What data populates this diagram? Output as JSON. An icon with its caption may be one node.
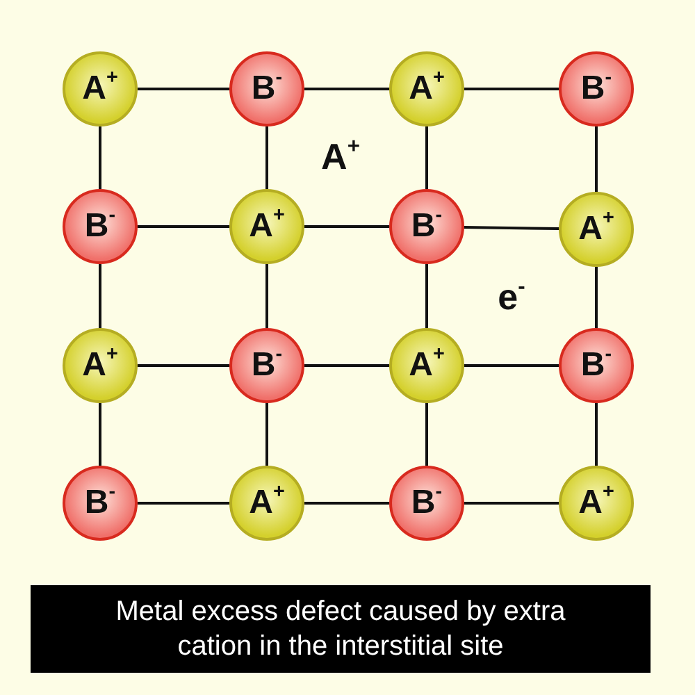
{
  "diagram": {
    "caption": "Metal excess defect caused by extra cation in the interstitial site",
    "nodes": [
      {
        "text": [
          "A$^{+}$"
        ]
      },
      {
        "text": [
          "B$^{-}$"
        ]
      },
      {
        "text": [
          "A$^{+}$"
        ]
      },
      {
        "text": [
          "B$^{-}$"
        ]
      },
      {
        "text": [
          "B$^{-}$"
        ]
      },
      {
        "text": [
          "A$^{+}$"
        ]
      },
      {
        "text": [
          "B$^{-}$"
        ]
      },
      {
        "text": [
          "A$^{+}$"
        ]
      },
      {
        "text": [
          "A$^{+}$"
        ]
      },
      {
        "text": [
          "B$^{-}$"
        ]
      },
      {
        "text": [
          "A$^{+}$"
        ]
      },
      {
        "text": [
          "B$^{-}$"
        ]
      },
      {
        "text": [
          "B$^{-}$"
        ]
      },
      {
        "text": [
          "A$^{+}$"
        ]
      },
      {
        "text": [
          "B$^{-}$"
        ]
      },
      {
        "text": [
          "A$^{+}$"
        ]
      }
    ],
    "edges": [
      {
        "from": 0,
        "to": 1,
        "arrow": "none"
      },
      {
        "from": 1,
        "to": 2,
        "arrow": "none"
      },
      {
        "from": 2,
        "to": 3,
        "arrow": "none"
      },
      {
        "from": 0,
        "to": 4,
        "arrow": "none"
      },
      {
        "from": 1,
        "to": 5,
        "arrow": "none"
      },
      {
        "from": 2,
        "to": 6,
        "arrow": "none"
      },
      {
        "from": 3,
        "to": 7,
        "arrow": "none"
      },
      {
        "from": 4,
        "to": 5,
        "arrow": "none"
      },
      {
        "from": 5,
        "to": 6,
        "arrow": "none"
      },
      {
        "from": 6,
        "to": 7,
        "arrow": "none"
      },
      {
        "from": 4,
        "to": 8,
        "arrow": "none"
      },
      {
        "from": 5,
        "to": 9,
        "arrow": "none"
      },
      {
        "from": 6,
        "to": 10,
        "arrow": "none"
      },
      {
        "from": 7,
        "to": 11,
        "arrow": "none"
      },
      {
        "from": 8,
        "to": 9,
        "arrow": "none"
      },
      {
        "from": 9,
        "to": 10,
        "arrow": "none"
      },
      {
        "from": 10,
        "to": 11,
        "arrow": "none"
      },
      {
        "from": 8,
        "to": 12,
        "arrow": "none"
      },
      {
        "from": 9,
        "to": 13,
        "arrow": "none"
      },
      {
        "from": 10,
        "to": 14,
        "arrow": "none"
      },
      {
        "from": 11,
        "to": 15,
        "arrow": "none"
      },
      {
        "from": 12,
        "to": 13,
        "arrow": "none"
      },
      {
        "from": 13,
        "to": 14,
        "arrow": "none"
      },
      {
        "from": 14,
        "to": 15,
        "arrow": "none"
      }
    ],
    "labels": [
      "A$^{+}$",
      "e$^{-}$"
    ]
  }
}
